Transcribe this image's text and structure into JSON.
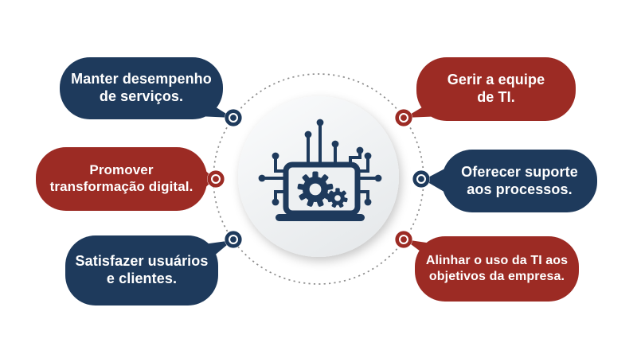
{
  "colors": {
    "navy": "#1e3a5c",
    "red": "#9c2b24",
    "bubble_text": "#ffffff",
    "center_circle_fill": "#eef1f3",
    "dotted_ring": "#8d8d8d"
  },
  "center": {
    "icon_name": "laptop-circuit-gears-icon"
  },
  "bubbles": [
    {
      "position": "top-left",
      "color": "navy",
      "lines": [
        "Manter desempenho",
        "de serviços."
      ]
    },
    {
      "position": "middle-left",
      "color": "red",
      "lines": [
        "Promover",
        "transformação digital."
      ]
    },
    {
      "position": "bottom-left",
      "color": "navy",
      "lines": [
        "Satisfazer usuários",
        "e clientes."
      ]
    },
    {
      "position": "top-right",
      "color": "red",
      "lines": [
        "Gerir a equipe",
        "de TI."
      ]
    },
    {
      "position": "middle-right",
      "color": "navy",
      "lines": [
        "Oferecer suporte",
        "aos processos."
      ]
    },
    {
      "position": "bottom-right",
      "color": "red",
      "lines": [
        "Alinhar o uso da TI aos",
        "objetivos da empresa."
      ]
    }
  ],
  "connectors": [
    {
      "position": "top-left",
      "color": "navy"
    },
    {
      "position": "middle-left",
      "color": "red"
    },
    {
      "position": "bottom-left",
      "color": "navy"
    },
    {
      "position": "top-right",
      "color": "red"
    },
    {
      "position": "middle-right",
      "color": "navy"
    },
    {
      "position": "bottom-right",
      "color": "red"
    }
  ]
}
